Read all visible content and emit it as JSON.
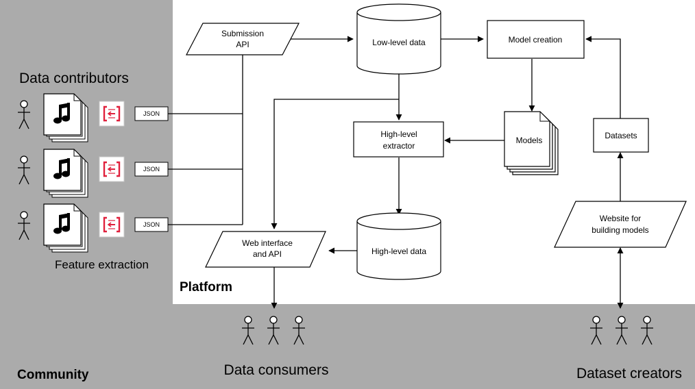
{
  "regions": {
    "community": "Community",
    "platform": "Platform"
  },
  "labels": {
    "data_contributors": "Data contributors",
    "feature_extraction": "Feature extraction",
    "data_consumers": "Data consumers",
    "dataset_creators": "Dataset creators"
  },
  "nodes": {
    "submission_api": [
      "Submission",
      "API"
    ],
    "low_level_data": "Low-level data",
    "model_creation": "Model creation",
    "high_level_extractor": [
      "High-level",
      "extractor"
    ],
    "models": "Models",
    "datasets": "Datasets",
    "high_level_data": "High-level data",
    "web_interface": [
      "Web interface",
      "and API"
    ],
    "website_models": [
      "Website for",
      "building models"
    ]
  },
  "json_label": "JSON",
  "colors": {
    "gray_region": "#ababab",
    "extractor_icon": "#e0203c"
  },
  "icons": [
    "person-icon",
    "music-file-icon",
    "extractor-icon",
    "document-stack-icon",
    "database-icon"
  ]
}
